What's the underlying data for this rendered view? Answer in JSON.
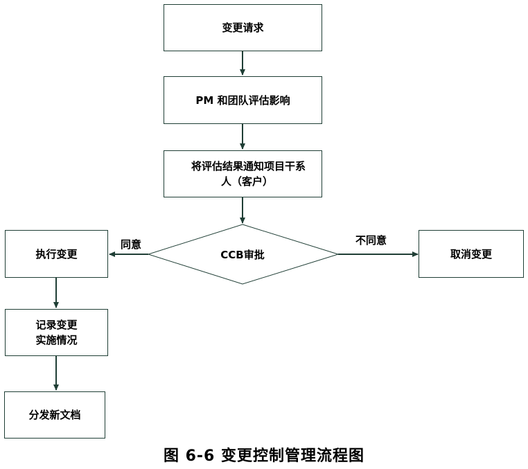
{
  "nodes": {
    "change_request": "变更请求",
    "assess_impact": "PM 和团队评估影响",
    "notify_line1": "将评估结果通知项目干系",
    "notify_line2": "人（客户）",
    "ccb_approval": "CCB审批",
    "execute_change": "执行变更",
    "cancel_change": "取消变更",
    "record_line1": "记录变更",
    "record_line2": "实施情况",
    "distribute_docs": "分发新文档"
  },
  "edges": {
    "agree": "同意",
    "disagree": "不同意"
  },
  "caption": "图 6-6 变更控制管理流程图",
  "colors": {
    "border": "#1f3e35",
    "arrow": "#1f3e35"
  }
}
